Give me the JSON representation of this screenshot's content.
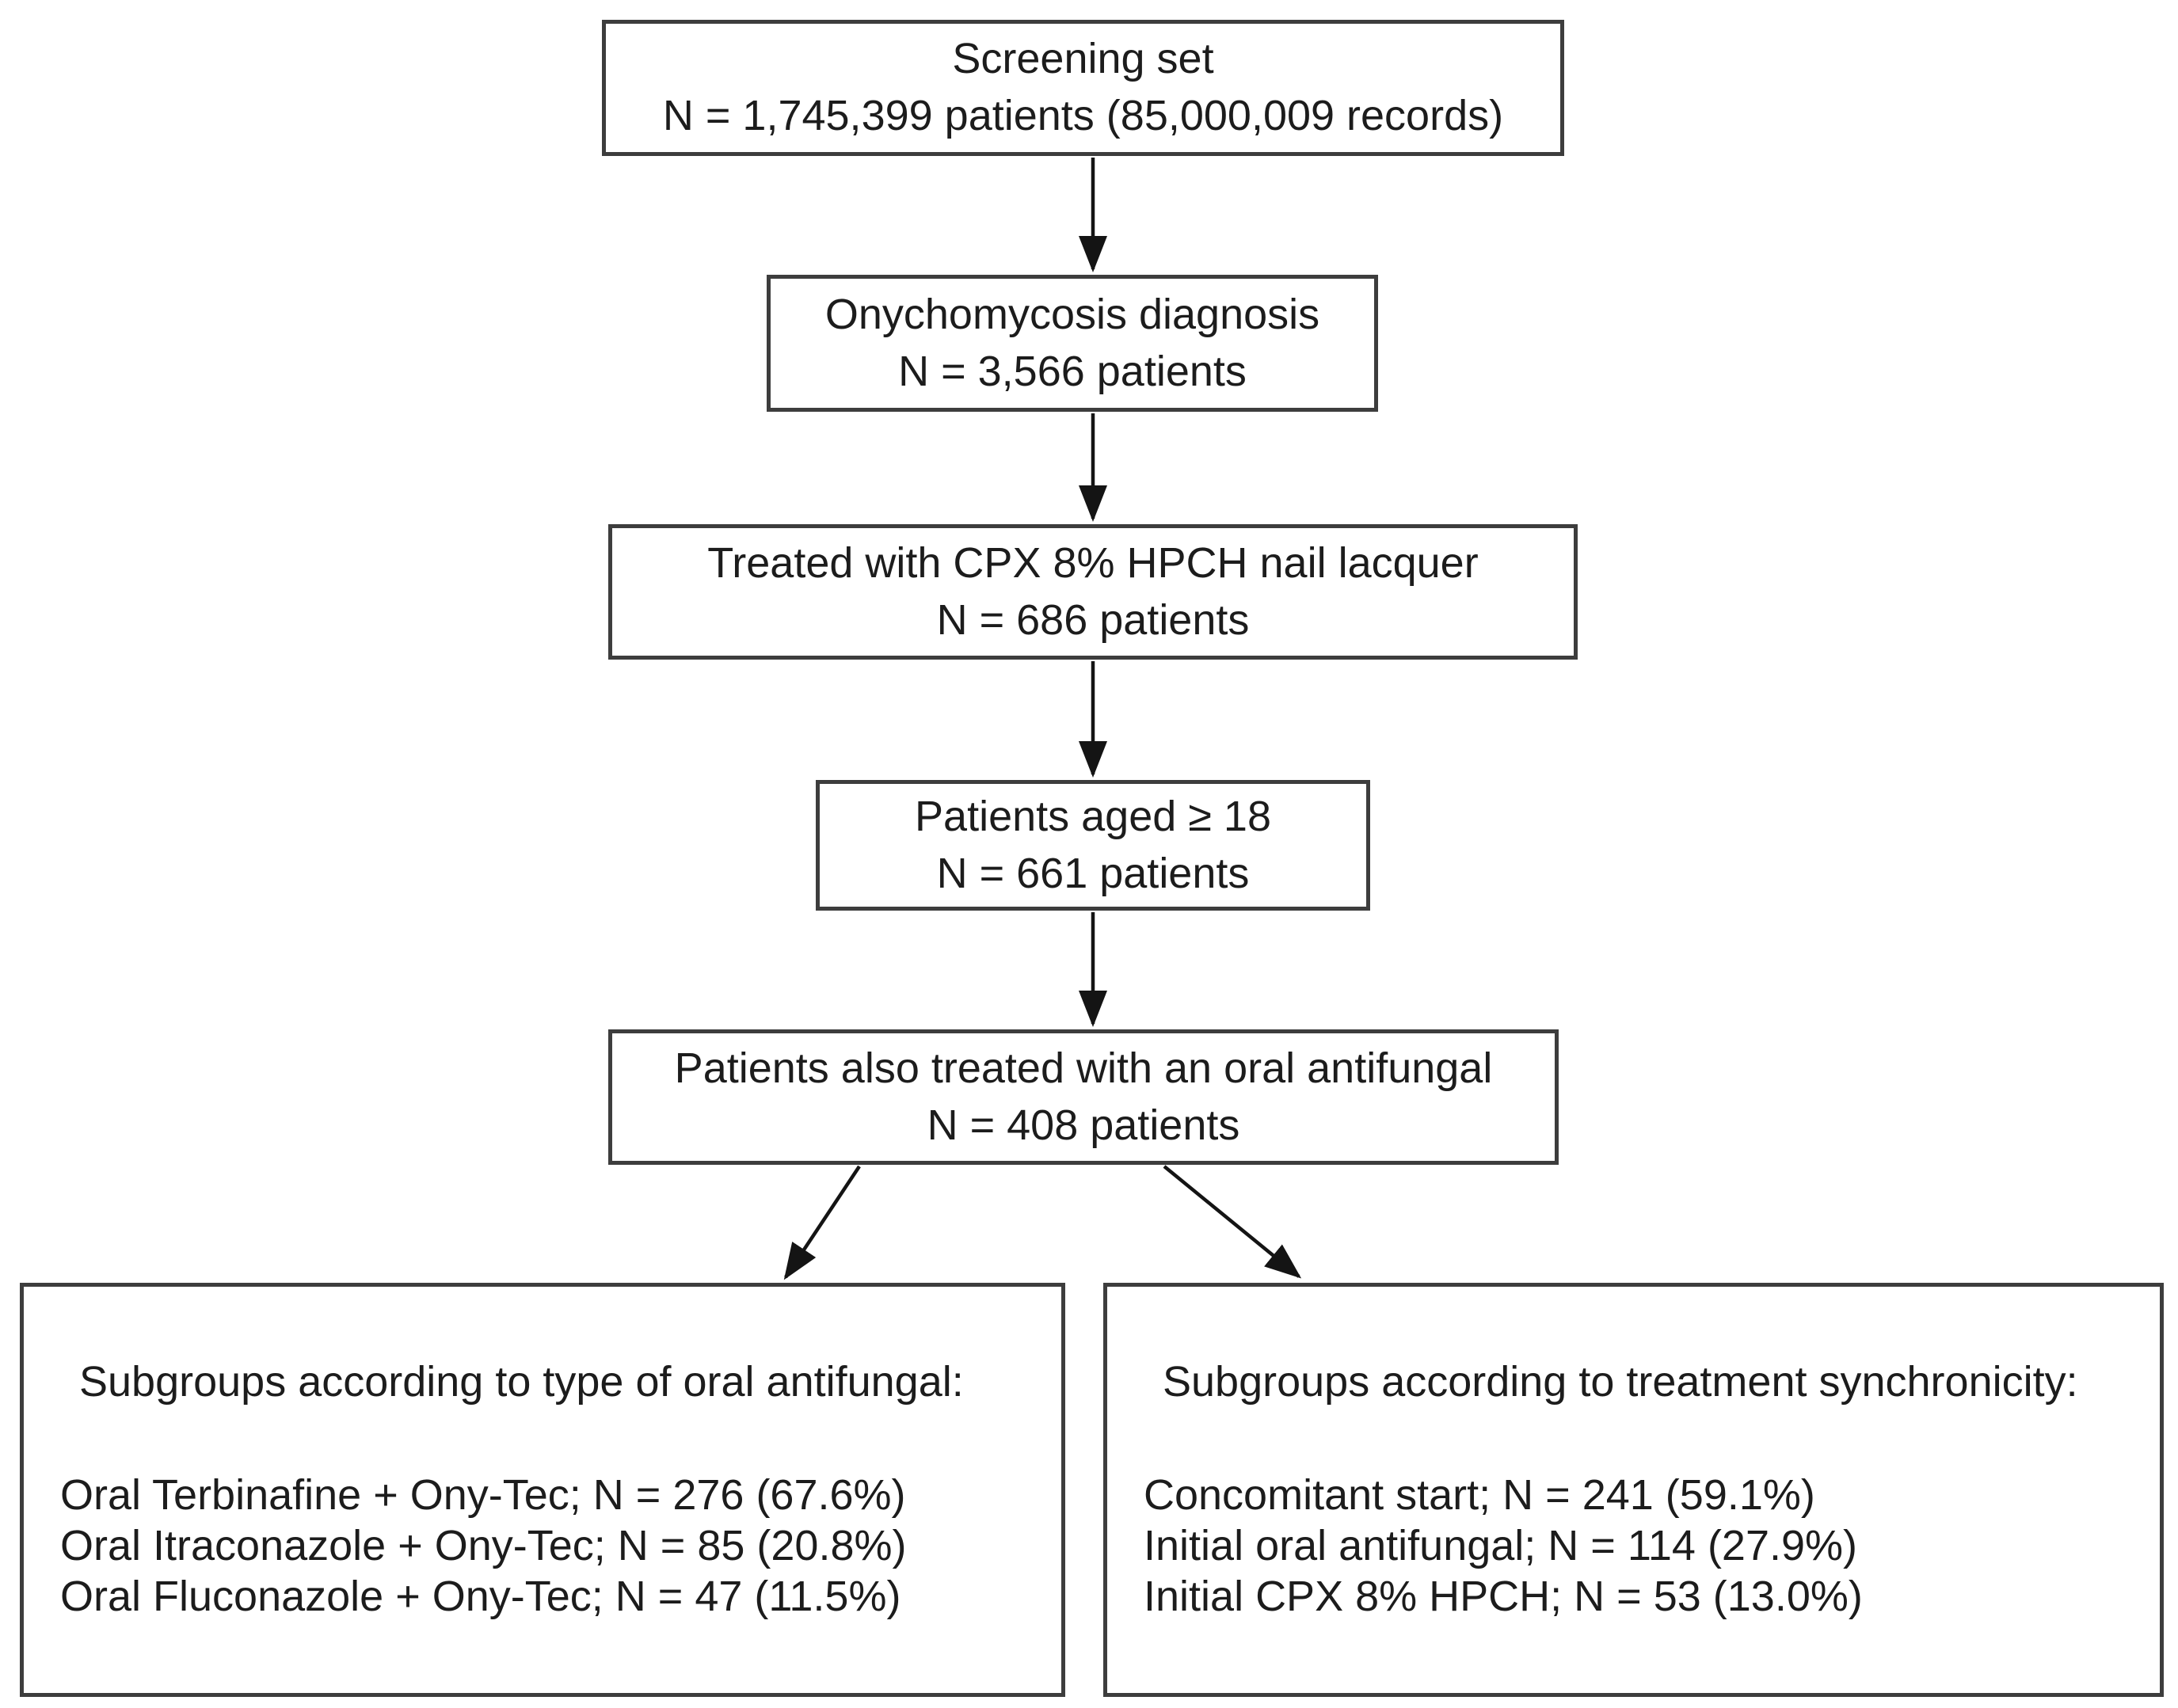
{
  "flow": [
    {
      "line1": "Screening set",
      "line2": "N = 1,745,399 patients (85,000,009 records)"
    },
    {
      "line1": "Onychomycosis diagnosis",
      "line2": "N = 3,566 patients"
    },
    {
      "line1": "Treated with CPX 8% HPCH nail lacquer",
      "line2": "N = 686 patients"
    },
    {
      "line1": "Patients aged ≥ 18",
      "line2": "N = 661 patients"
    },
    {
      "line1": "Patients also treated with an oral antifungal",
      "line2": "N = 408 patients"
    }
  ],
  "subgroups": {
    "left": {
      "heading": "Subgroups according to type of oral antifungal:",
      "items": [
        "Oral Terbinafine + Ony-Tec; N = 276 (67.6%)",
        "Oral Itraconazole + Ony-Tec; N = 85 (20.8%)",
        "Oral Fluconazole + Ony-Tec; N = 47 (11.5%)"
      ]
    },
    "right": {
      "heading": "Subgroups according to treatment synchronicity:",
      "items": [
        "Concomitant start; N = 241 (59.1%)",
        "Initial oral antifungal; N = 114 (27.9%)",
        "Initial CPX 8% HPCH; N = 53 (13.0%)"
      ]
    }
  }
}
